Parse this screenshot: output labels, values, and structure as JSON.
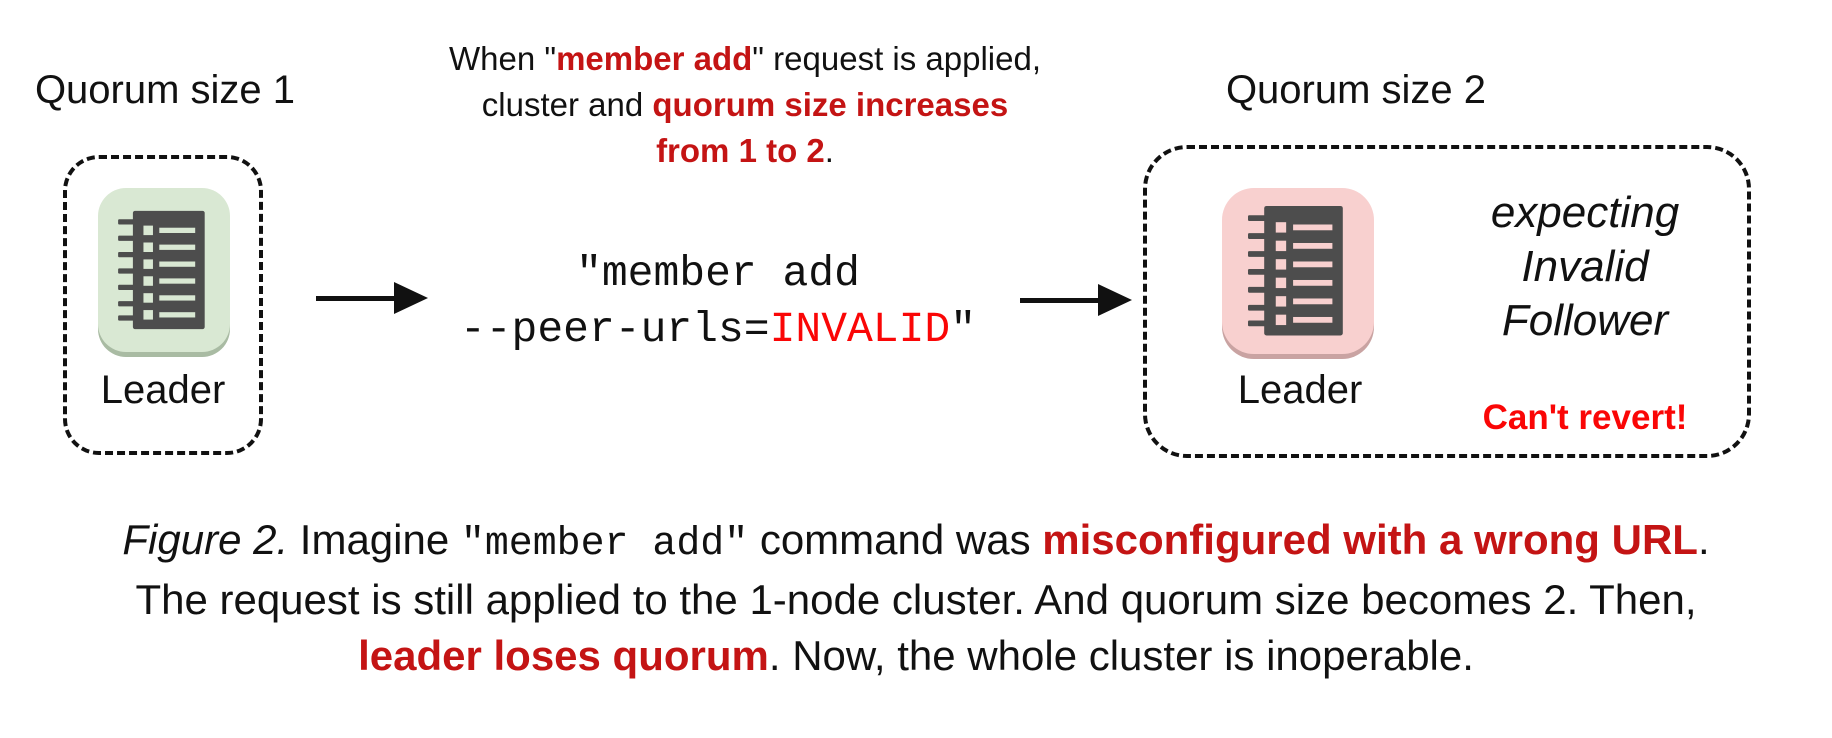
{
  "colors": {
    "text": "#111111",
    "dark_red": "#c41414",
    "bright_red": "#fa0606",
    "green_tile": "#d9e8d3",
    "green_tile_shadow": "#a9bba3",
    "pink_tile": "#f8d0cf",
    "pink_tile_shadow": "#c9a3a2",
    "icon_dark": "#4d4d4d"
  },
  "left_group": {
    "title": "Quorum size 1",
    "node_label": "Leader"
  },
  "top_note": {
    "line1": [
      {
        "t": "When \"",
        "s": "plain"
      },
      {
        "t": "member add",
        "s": "red-bold"
      },
      {
        "t": "\" request is applied,",
        "s": "plain"
      }
    ],
    "line2": [
      {
        "t": "cluster and ",
        "s": "plain"
      },
      {
        "t": "quorum size increases",
        "s": "red-bold"
      }
    ],
    "line3": [
      {
        "t": "from 1 to 2",
        "s": "red-bold"
      },
      {
        "t": ".",
        "s": "plain"
      }
    ]
  },
  "command": {
    "line1": [
      {
        "t": "\"member add",
        "s": "mono"
      }
    ],
    "line2": [
      {
        "t": "--peer-urls=",
        "s": "mono"
      },
      {
        "t": "INVALID",
        "s": "mono-red"
      },
      {
        "t": "\"",
        "s": "mono"
      }
    ]
  },
  "right_group": {
    "title": "Quorum size 2",
    "node_label": "Leader",
    "expecting_lines": [
      "expecting",
      "Invalid",
      "Follower"
    ],
    "warning": "Can't revert!"
  },
  "caption": {
    "line1": [
      {
        "t": "Figure 2.",
        "s": "italic"
      },
      {
        "t": " Imagine ",
        "s": "plain"
      },
      {
        "t": "\"member add\"",
        "s": "mono-sm"
      },
      {
        "t": " command was ",
        "s": "plain"
      },
      {
        "t": "misconfigured with a wrong URL",
        "s": "red-bold"
      },
      {
        "t": ".",
        "s": "plain"
      }
    ],
    "line2": [
      {
        "t": "The request is still applied to the 1-node cluster. And quorum size becomes 2. Then,",
        "s": "plain"
      }
    ],
    "line3": [
      {
        "t": "leader loses quorum",
        "s": "red-bold"
      },
      {
        "t": ". Now, the whole cluster is inoperable.",
        "s": "plain"
      }
    ]
  }
}
